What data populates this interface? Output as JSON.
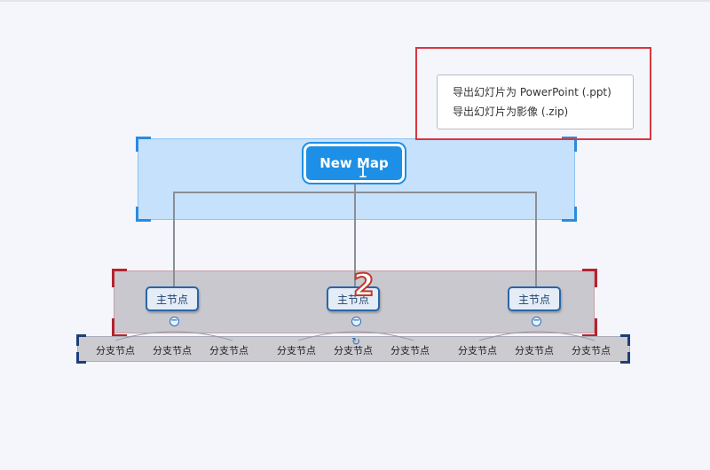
{
  "central_topic": {
    "label": "New Map"
  },
  "main_topics": [
    {
      "label": "主节点"
    },
    {
      "label": "主节点"
    },
    {
      "label": "主节点"
    }
  ],
  "branch_topics": [
    "分支节点",
    "分支节点",
    "分支节点",
    "分支节点",
    "分支节点",
    "分支节点",
    "分支节点",
    "分支节点",
    "分支节点"
  ],
  "slide_numbers": [
    "1",
    "2"
  ],
  "export_menu": {
    "items": [
      {
        "label": "导出幻灯片为 PowerPoint (.ppt)"
      },
      {
        "label": "导出幻灯片为影像 (.zip)"
      }
    ]
  },
  "colors": {
    "central_fill": "#1e8fe6",
    "slide1_frame": "#2a8be0",
    "slide2_frame": "#b3242f",
    "slide3_frame": "#1e3f78",
    "highlight": "#d9363e"
  },
  "icons": {
    "collapse": "minus-circle-icon",
    "rotate": "rotate-handle-icon"
  }
}
